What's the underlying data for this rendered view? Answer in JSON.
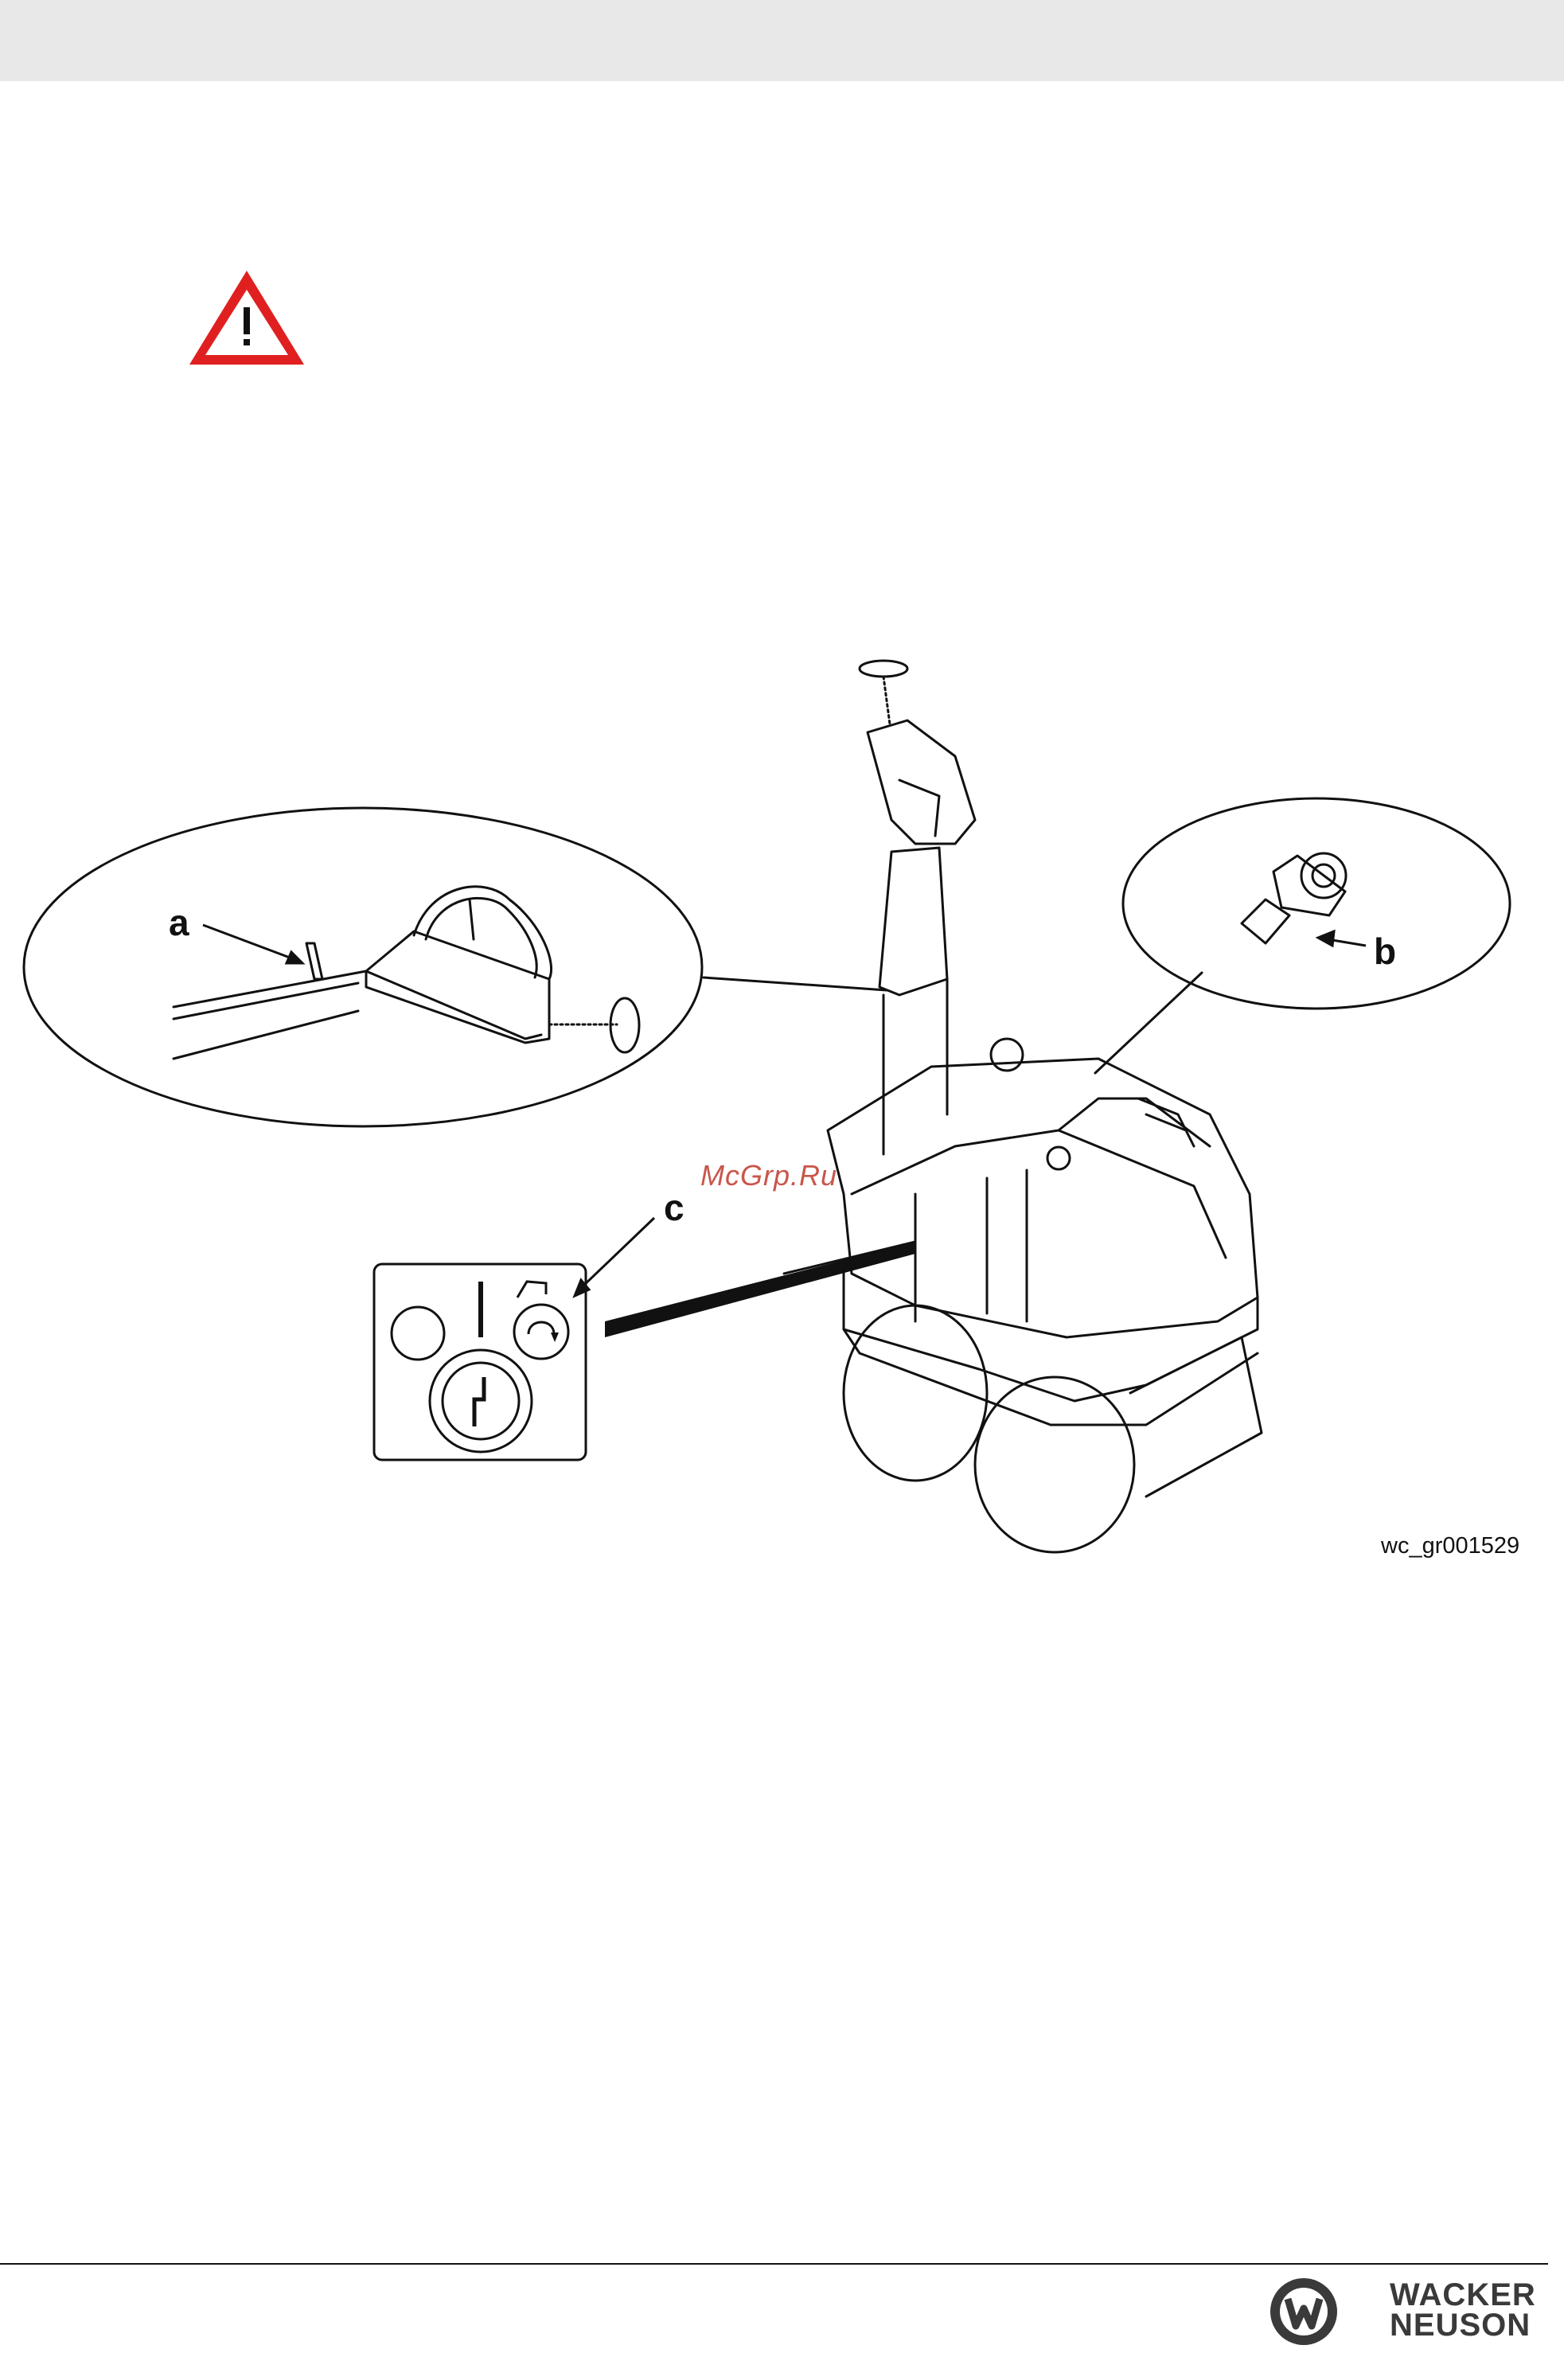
{
  "figure": {
    "callouts": {
      "a": "a",
      "b": "b",
      "c": "c"
    },
    "figure_id": "wc_gr001529",
    "watermark": "McGrp.Ru"
  },
  "brand": {
    "line1": "WACKER",
    "line2": "NEUSON"
  },
  "icons": {
    "warning": "warning-triangle-icon",
    "logo": "wacker-neuson-logo-icon"
  },
  "colors": {
    "warning_red": "#e02020",
    "header_gray": "#e8e8e8",
    "watermark": "#c0392b"
  }
}
